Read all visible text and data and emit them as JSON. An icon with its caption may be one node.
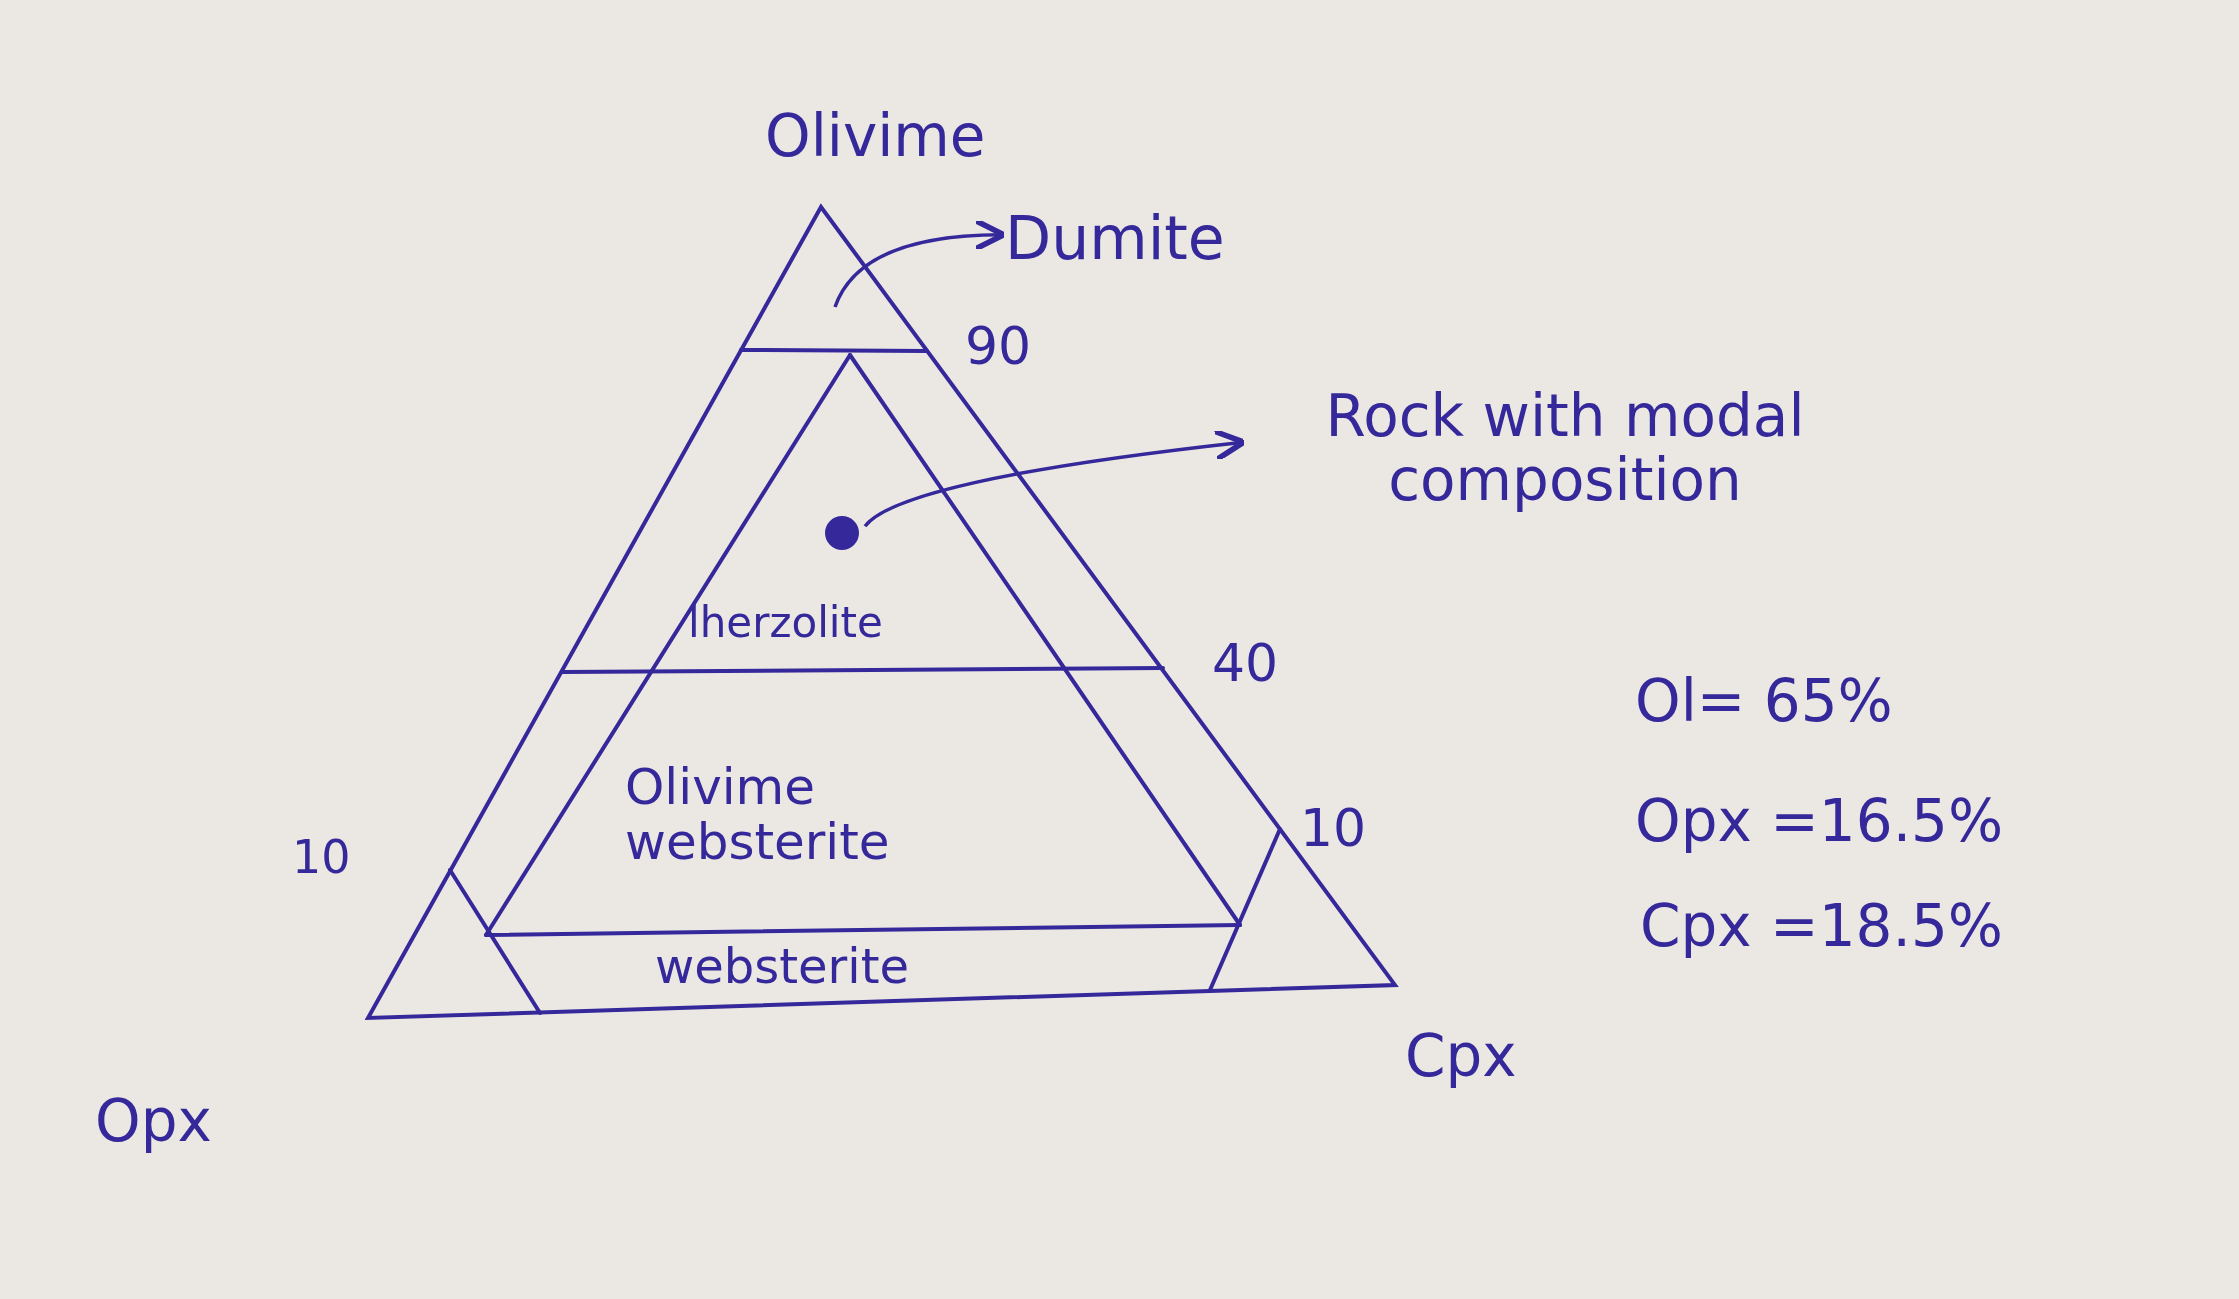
{
  "diagram": {
    "nodes": [
      {
        "text": [
          "Dumite"
        ]
      },
      {
        "text": [],
        "shape": "circle"
      },
      {
        "text": [
          "Rock with modal composition"
        ]
      }
    ],
    "edges": [
      {
        "from": null,
        "to": 0,
        "arrow": "to"
      },
      {
        "from": 1,
        "to": 2,
        "arrow": "to"
      }
    ],
    "labels": [
      "Olivime",
      "90",
      "40",
      "lherzolite",
      "Ol= 65%",
      "Olivime websterite",
      "10",
      "10",
      "Opx =16.5%",
      "websterite",
      "Cpx =18.5%",
      "Cpx",
      "Opx"
    ]
  }
}
